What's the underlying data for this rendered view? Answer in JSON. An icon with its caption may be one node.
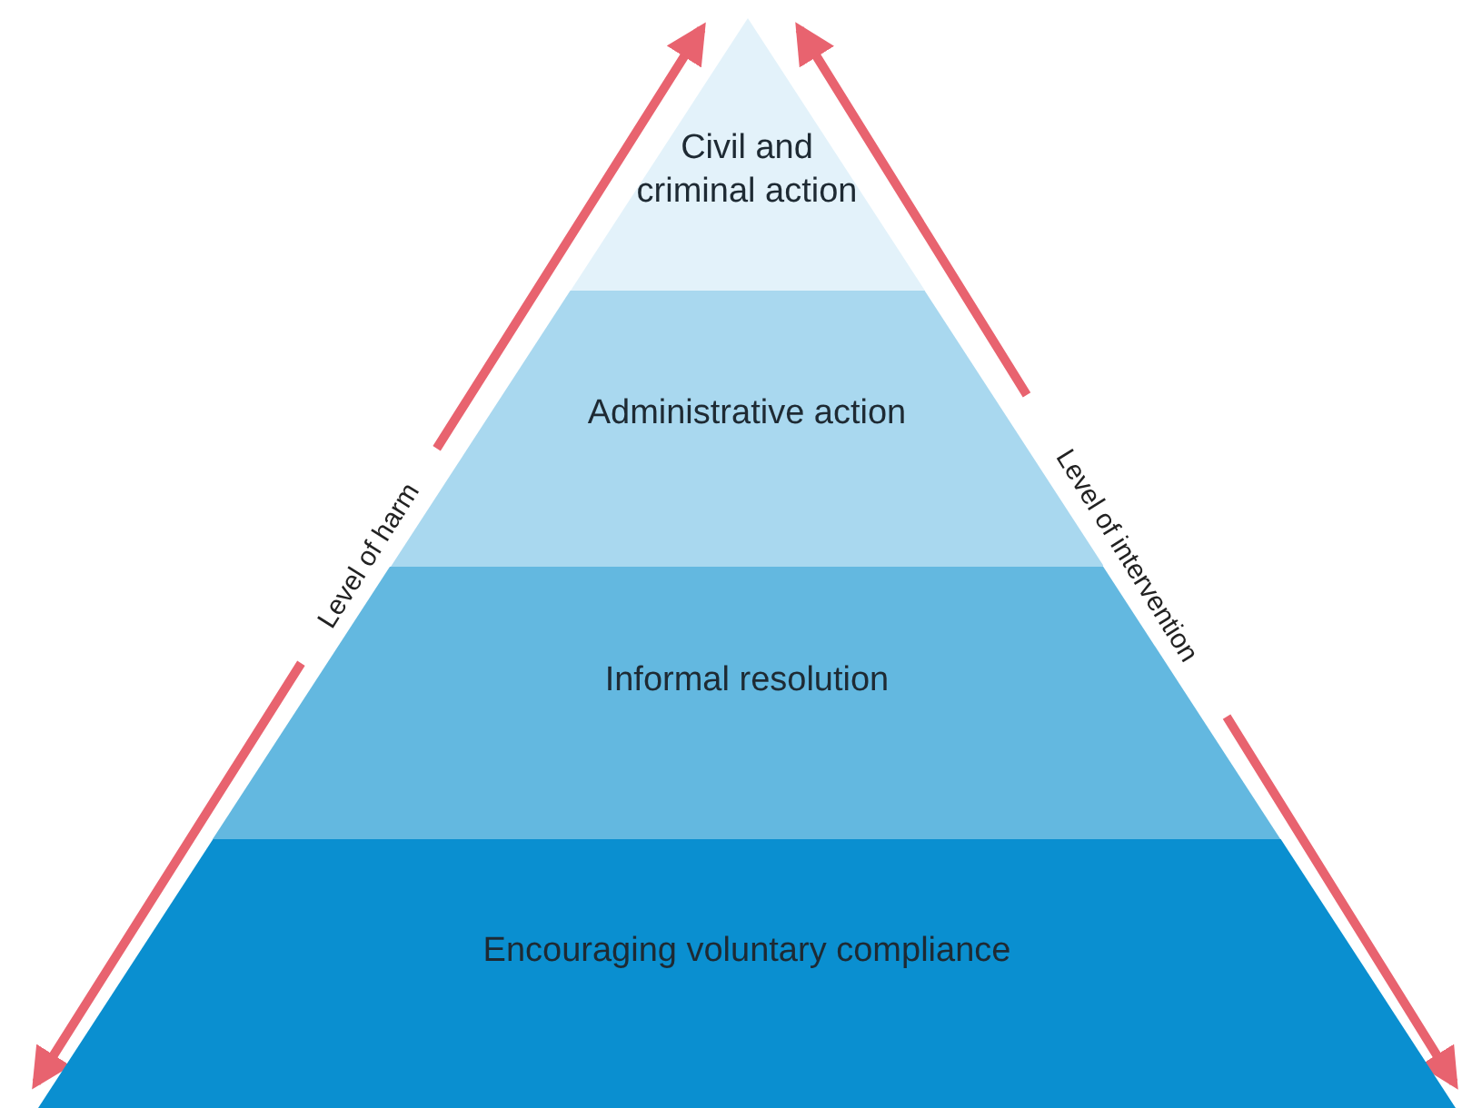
{
  "diagram": {
    "nodes": [
      {
        "text": [
          "Civil and criminal action"
        ]
      },
      {
        "text": [
          "Administrative action"
        ]
      },
      {
        "text": [
          "Informal resolution"
        ]
      },
      {
        "text": [
          "Encouraging voluntary compliance"
        ]
      }
    ],
    "labels": [
      "Level of harm",
      "Level of intervention"
    ]
  }
}
